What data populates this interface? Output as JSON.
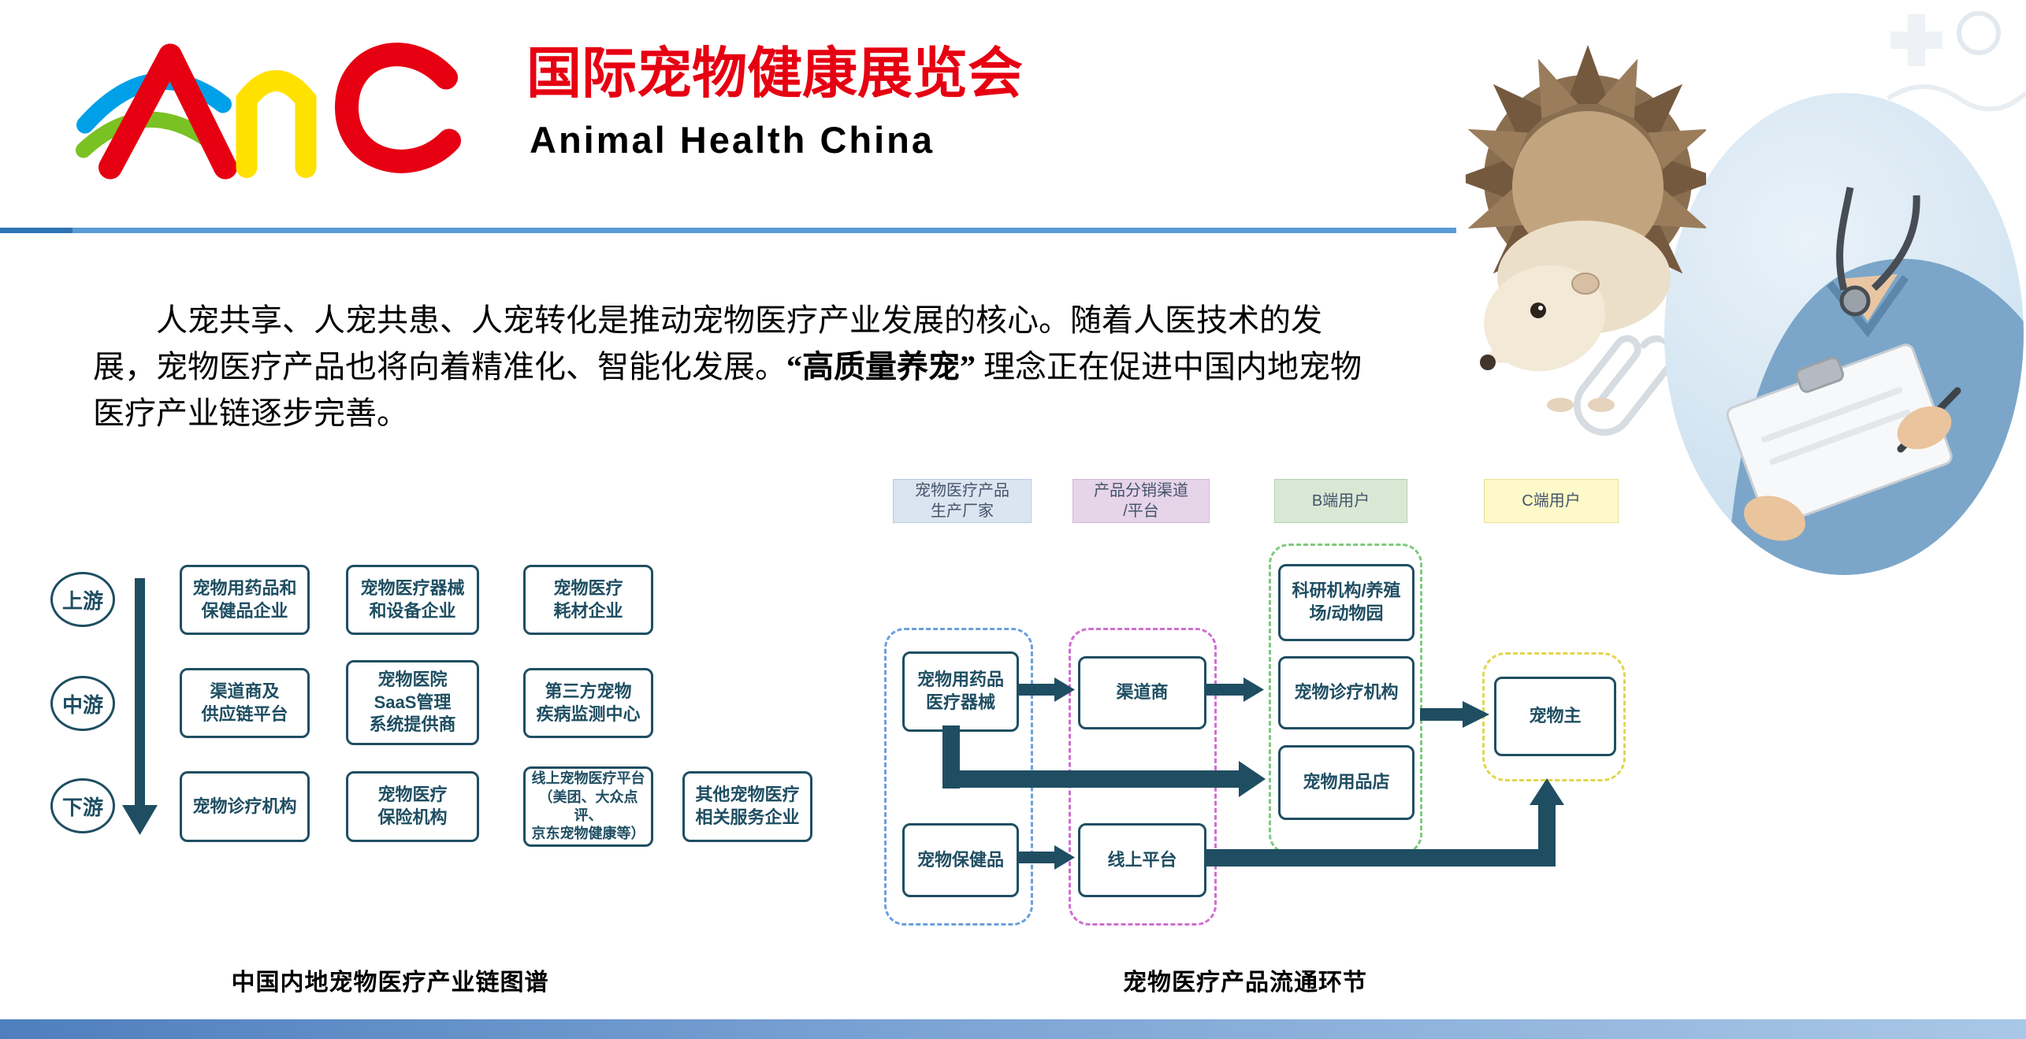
{
  "colors": {
    "accent_teal": "#1f4e62",
    "title_red": "#e60012",
    "divider_blue": "#5b9bd5",
    "divider_dark": "#2e74b5",
    "header_fill_producer": "#dbe5f1",
    "header_fill_channel": "#e6d4e9",
    "header_fill_buser": "#d8e8d4",
    "header_fill_cuser": "#fdf9c8",
    "dash_blue": "#6aa0dc",
    "dash_magenta": "#cf6fd0",
    "dash_green": "#7fc97f",
    "dash_yellow": "#e3d54e"
  },
  "header": {
    "logo_alt": "AHC",
    "title": "国际宠物健康展览会",
    "subtitle": "Animal Health China"
  },
  "intro": {
    "part1": "　　人宠共享、人宠共患、人宠转化是推动宠物医疗产业发展的核心。随着人医技术的发展，宠物医疗产品也将向着精准化、智能化发展。",
    "bold": "“高质量养宠”",
    "part2": " 理念正在促进中国内地宠物医疗产业链逐步完善。"
  },
  "industry_chain": {
    "caption": "中国内地宠物医疗产业链图谱",
    "stages": [
      {
        "label": "上游"
      },
      {
        "label": "中游"
      },
      {
        "label": "下游"
      }
    ],
    "boxes": [
      {
        "label": "宠物用药品和\n保健品企业"
      },
      {
        "label": "宠物医疗器械\n和设备企业"
      },
      {
        "label": "宠物医疗\n耗材企业"
      },
      {
        "label": "渠道商及\n供应链平台"
      },
      {
        "label": "宠物医院\nSaaS管理\n系统提供商"
      },
      {
        "label": "第三方宠物\n疾病监测中心"
      },
      {
        "label": "宠物诊疗机构"
      },
      {
        "label": "宠物医疗\n保险机构"
      },
      {
        "label": "线上宠物医疗平台\n（美团、大众点评、\n京东宠物健康等）"
      },
      {
        "label": "其他宠物医疗\n相关服务企业"
      }
    ]
  },
  "flow": {
    "caption": "宠物医疗产品流通环节",
    "headers": [
      {
        "label": "宠物医疗产品\n生产厂家"
      },
      {
        "label": "产品分销渠道\n/平台"
      },
      {
        "label": "B端用户"
      },
      {
        "label": "C端用户"
      }
    ],
    "producers": [
      {
        "label": "宠物用药品\n医疗器械"
      },
      {
        "label": "宠物保健品"
      }
    ],
    "channels": [
      {
        "label": "渠道商"
      },
      {
        "label": "线上平台"
      }
    ],
    "b_users": [
      {
        "label": "科研机构/养殖\n场/动物园"
      },
      {
        "label": "宠物诊疗机构"
      },
      {
        "label": "宠物用品店"
      }
    ],
    "c_users": [
      {
        "label": "宠物主"
      }
    ]
  }
}
